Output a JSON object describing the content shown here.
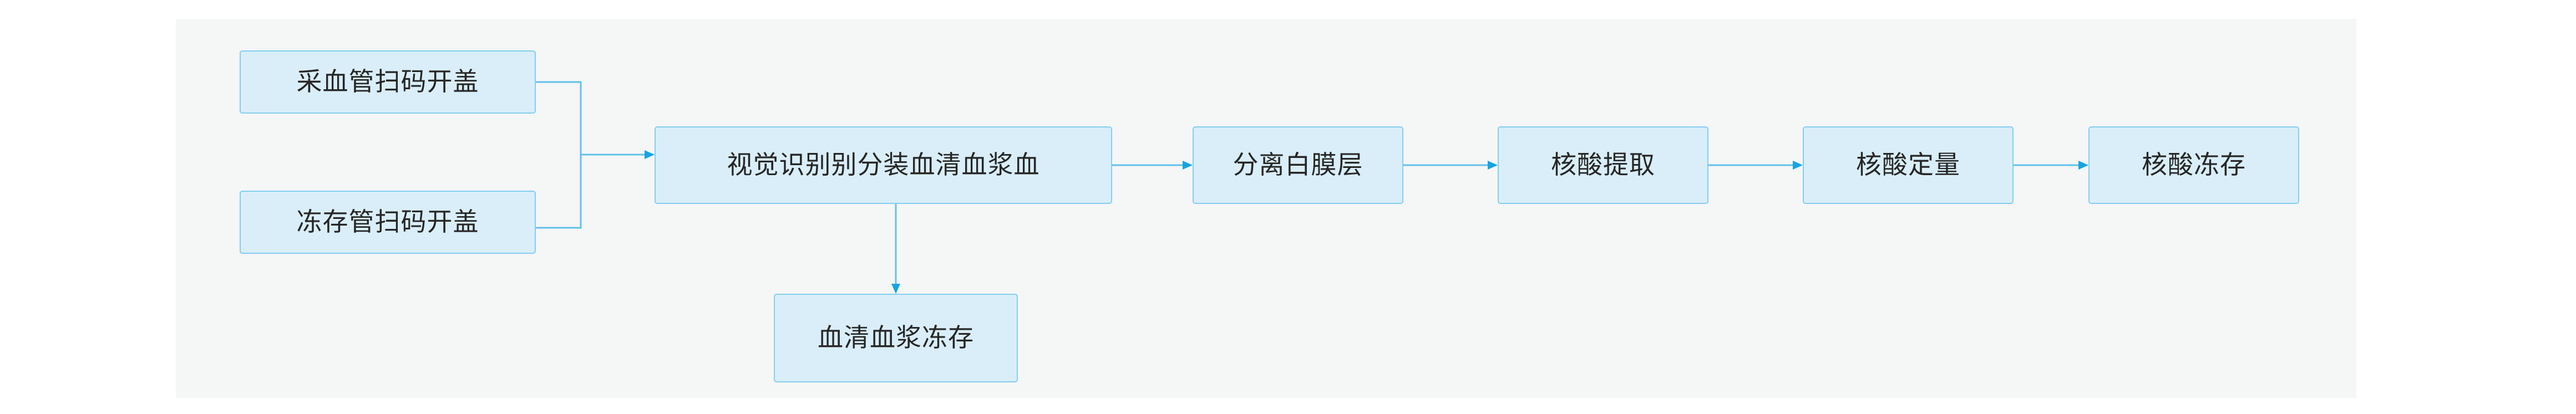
{
  "canvas": {
    "background_color": "#f5f6f6",
    "page_background_color": "#ffffff"
  },
  "theme": {
    "node_fill": "#d9eef8",
    "node_border": "#84cef0",
    "node_text": "#262626",
    "connector_color": "#61c2ea",
    "arrow_head_color": "#16a5e0"
  },
  "diagram": {
    "type": "flowchart",
    "orientation": "left-to-right",
    "nodes": [
      {
        "id": "blood-tube-scan",
        "label": "采血管扫码开盖"
      },
      {
        "id": "cryo-tube-scan",
        "label": "冻存管扫码开盖"
      },
      {
        "id": "vision-aliquot",
        "label": "视觉识别别分装血清血浆血"
      },
      {
        "id": "separate-buffy",
        "label": "分离白膜层"
      },
      {
        "id": "nucleic-extract",
        "label": "核酸提取"
      },
      {
        "id": "nucleic-quantify",
        "label": "核酸定量"
      },
      {
        "id": "nucleic-freeze",
        "label": "核酸冻存"
      },
      {
        "id": "serum-plasma-freeze",
        "label": "血清血浆冻存"
      }
    ],
    "edges": [
      {
        "from": "blood-tube-scan",
        "to": "vision-aliquot",
        "style": "elbow-merge",
        "arrow": true
      },
      {
        "from": "cryo-tube-scan",
        "to": "vision-aliquot",
        "style": "elbow-merge",
        "arrow": true
      },
      {
        "from": "vision-aliquot",
        "to": "separate-buffy",
        "style": "straight",
        "arrow": true
      },
      {
        "from": "separate-buffy",
        "to": "nucleic-extract",
        "style": "straight",
        "arrow": true
      },
      {
        "from": "nucleic-extract",
        "to": "nucleic-quantify",
        "style": "straight",
        "arrow": true
      },
      {
        "from": "nucleic-quantify",
        "to": "nucleic-freeze",
        "style": "straight",
        "arrow": true
      },
      {
        "from": "vision-aliquot",
        "to": "serum-plasma-freeze",
        "style": "vertical",
        "arrow": true
      }
    ]
  }
}
